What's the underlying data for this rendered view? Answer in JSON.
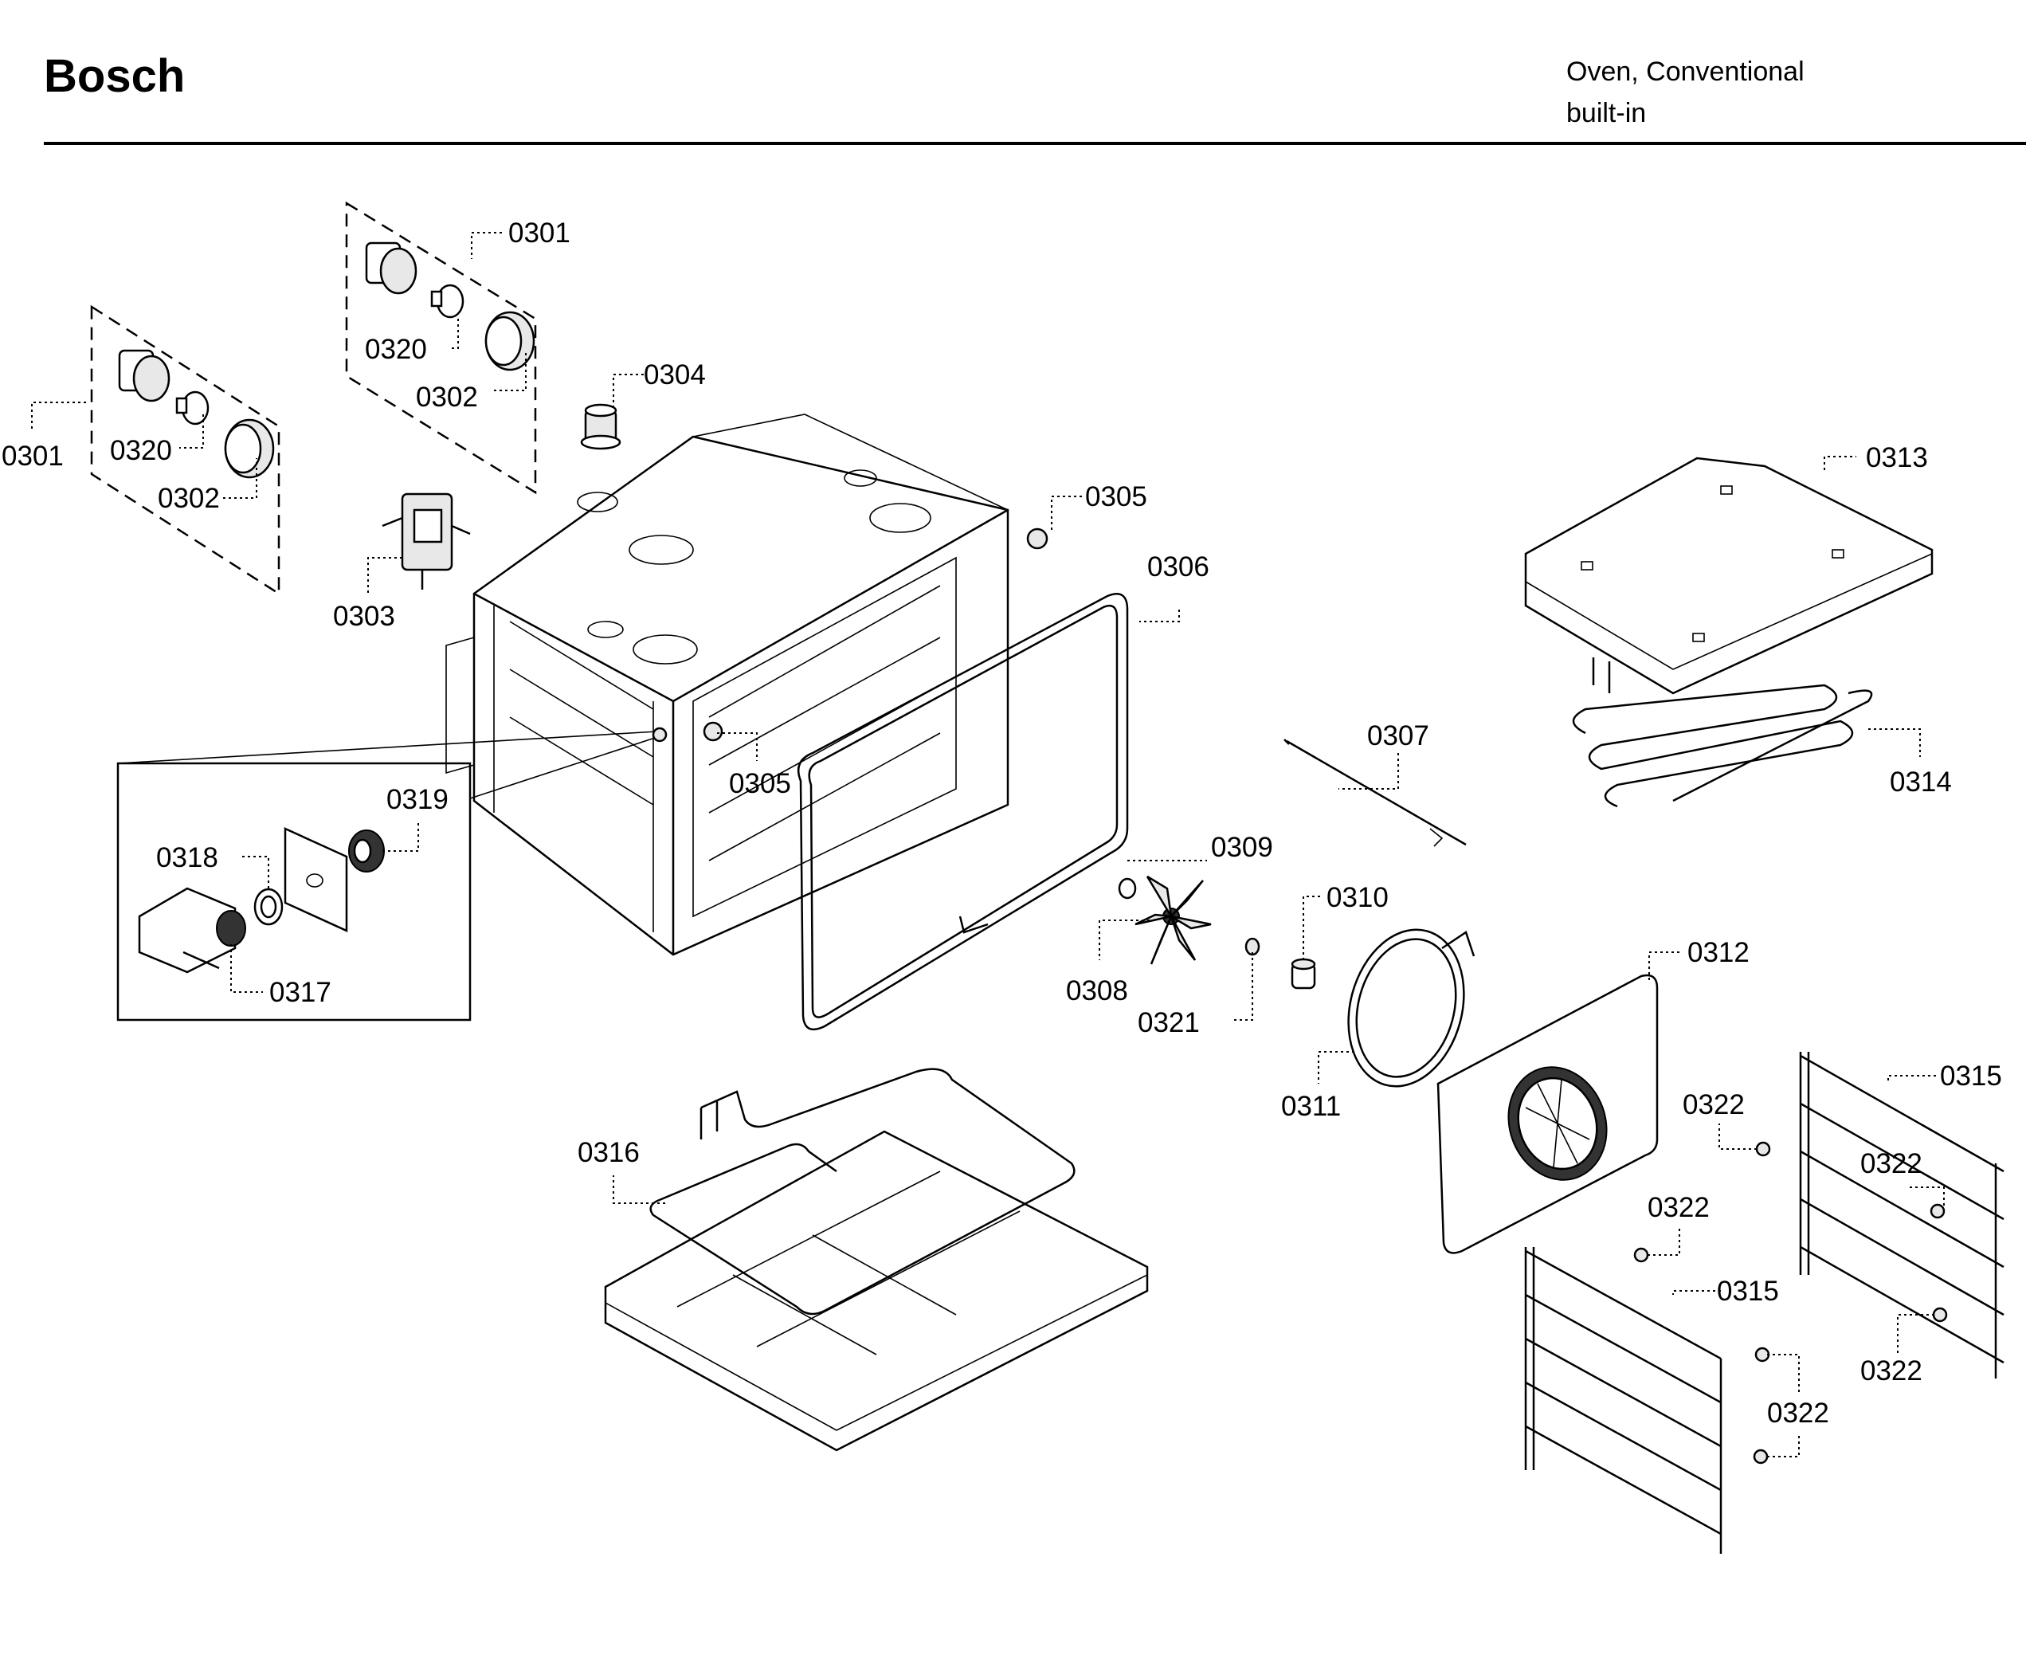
{
  "header": {
    "brand": "Bosch",
    "product_line1": "Oven, Conventional",
    "product_line2": "built-in"
  },
  "callouts": {
    "p0301a": "0301",
    "p0301b": "0301",
    "p0302a": "0302",
    "p0302b": "0302",
    "p0303": "0303",
    "p0304": "0304",
    "p0305a": "0305",
    "p0305b": "0305",
    "p0306": "0306",
    "p0307": "0307",
    "p0308": "0308",
    "p0309": "0309",
    "p0310": "0310",
    "p0311": "0311",
    "p0312": "0312",
    "p0313": "0313",
    "p0314": "0314",
    "p0315a": "0315",
    "p0315b": "0315",
    "p0316": "0316",
    "p0317": "0317",
    "p0318": "0318",
    "p0319": "0319",
    "p0320a": "0320",
    "p0320b": "0320",
    "p0321": "0321",
    "p0322a": "0322",
    "p0322b": "0322",
    "p0322c": "0322",
    "p0322d": "0322",
    "p0322e": "0322"
  }
}
